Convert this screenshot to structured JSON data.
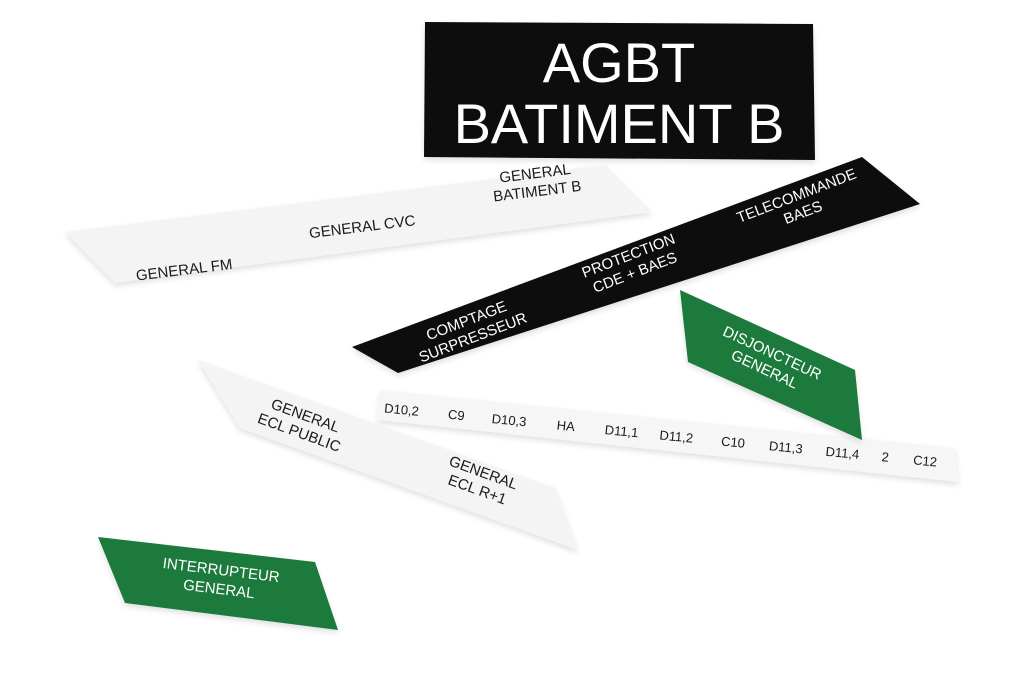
{
  "colors": {
    "black_label": "#0d0d0d",
    "white_label": "#f4f4f4",
    "green_label": "#1b7a3c"
  },
  "labels": {
    "agbt": {
      "line1": "AGBT",
      "line2": "BATIMENT B"
    },
    "white_strip_1": {
      "items": [
        "GENERAL FM",
        "GENERAL CVC"
      ],
      "item3_line1": "GENERAL",
      "item3_line2": "BATIMENT B"
    },
    "black_strip": {
      "item1_line1": "COMPTAGE",
      "item1_line2": "SURPRESSEUR",
      "item2_line1": "PROTECTION",
      "item2_line2": "CDE + BAES",
      "item3_line1": "TELECOMMANDE",
      "item3_line2": "BAES"
    },
    "green_disjoncteur": {
      "line1": "DISJONCTEUR",
      "line2": "GENERAL"
    },
    "number_strip": {
      "items": [
        "D10,2",
        "C9",
        "D10,3",
        "HA",
        "D11,1",
        "D11,2",
        "C10",
        "D11,3",
        "D11,4",
        "2",
        "C12"
      ]
    },
    "white_strip_2": {
      "item1_line1": "GENERAL",
      "item1_line2": "ECL PUBLIC",
      "item2_line1": "GENERAL",
      "item2_line2": "ECL R+1"
    },
    "green_interrupteur": {
      "line1": "INTERRUPTEUR",
      "line2": "GENERAL"
    }
  }
}
